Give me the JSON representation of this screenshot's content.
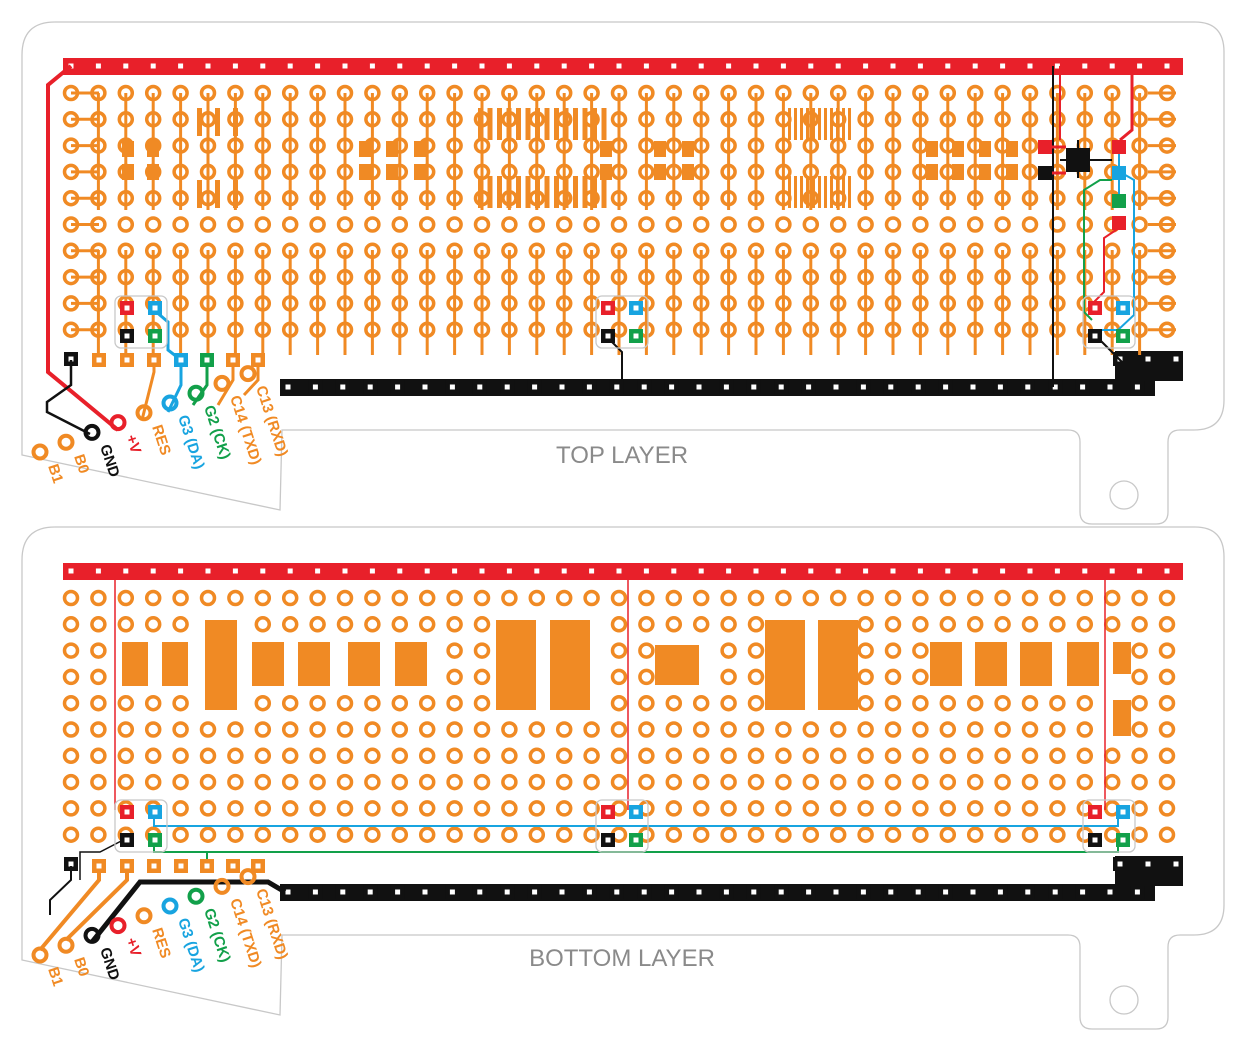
{
  "colors": {
    "copper": "#f08a24",
    "power": "#e8202a",
    "ground": "#111111",
    "data": "#18a4e0",
    "clock": "#12a04a",
    "outline": "#c8c8c8",
    "label": "#8a8a8a"
  },
  "layers": [
    {
      "key": "top",
      "title": "TOP LAYER",
      "pins": [
        {
          "label": "B1",
          "color": "#f08a24"
        },
        {
          "label": "B0",
          "color": "#f08a24"
        },
        {
          "label": "GND",
          "color": "#111111"
        },
        {
          "label": "+V",
          "color": "#e8202a"
        },
        {
          "label": "RES",
          "color": "#f08a24"
        },
        {
          "label": "G3 (DA)",
          "color": "#18a4e0"
        },
        {
          "label": "G2 (CK)",
          "color": "#12a04a"
        },
        {
          "label": "C14 (TXD)",
          "color": "#f08a24"
        },
        {
          "label": "C13 (RXD)",
          "color": "#f08a24"
        }
      ]
    },
    {
      "key": "bottom",
      "title": "BOTTOM LAYER",
      "pins": [
        {
          "label": "B1",
          "color": "#f08a24"
        },
        {
          "label": "B0",
          "color": "#f08a24"
        },
        {
          "label": "GND",
          "color": "#111111"
        },
        {
          "label": "+V",
          "color": "#e8202a"
        },
        {
          "label": "RES",
          "color": "#f08a24"
        },
        {
          "label": "G3 (DA)",
          "color": "#18a4e0"
        },
        {
          "label": "G2 (CK)",
          "color": "#12a04a"
        },
        {
          "label": "C14 (TXD)",
          "color": "#f08a24"
        },
        {
          "label": "C13 (RXD)",
          "color": "#f08a24"
        }
      ]
    }
  ]
}
